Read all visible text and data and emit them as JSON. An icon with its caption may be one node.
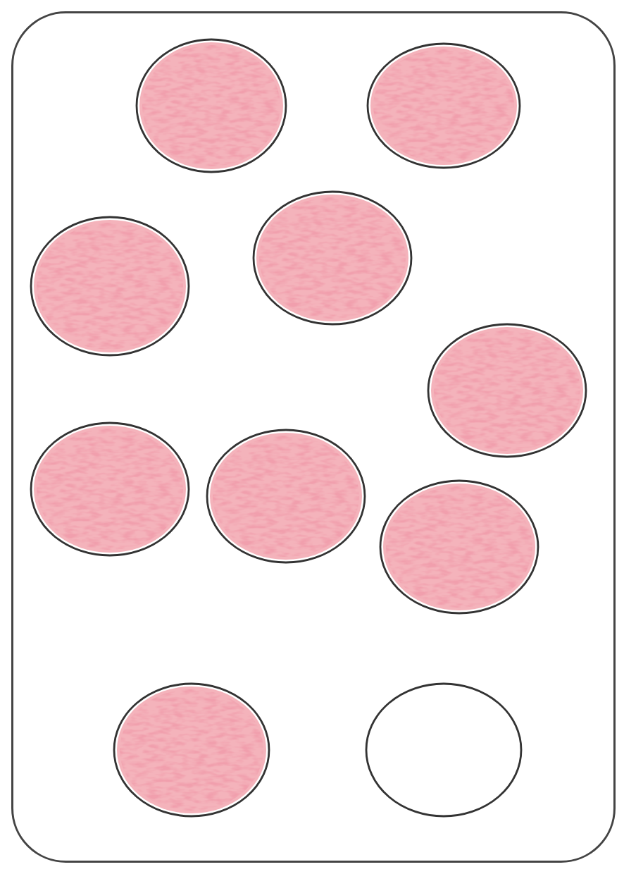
{
  "diagram": {
    "nodes": [
      {
        "text": [],
        "shape": "box"
      },
      {
        "text": [],
        "shape": "circle",
        "in": 0
      },
      {
        "text": [],
        "shape": "circle",
        "in": 0
      },
      {
        "text": [],
        "shape": "circle",
        "in": 0
      },
      {
        "text": [],
        "shape": "circle",
        "in": 0
      },
      {
        "text": [],
        "shape": "circle",
        "in": 0
      },
      {
        "text": [],
        "shape": "circle",
        "in": 0
      },
      {
        "text": [],
        "shape": "circle",
        "in": 0
      },
      {
        "text": [],
        "shape": "circle",
        "in": 0
      },
      {
        "text": [],
        "shape": "circle",
        "in": 0
      },
      {
        "text": [],
        "shape": "circle",
        "in": 0
      }
    ],
    "edges": []
  }
}
